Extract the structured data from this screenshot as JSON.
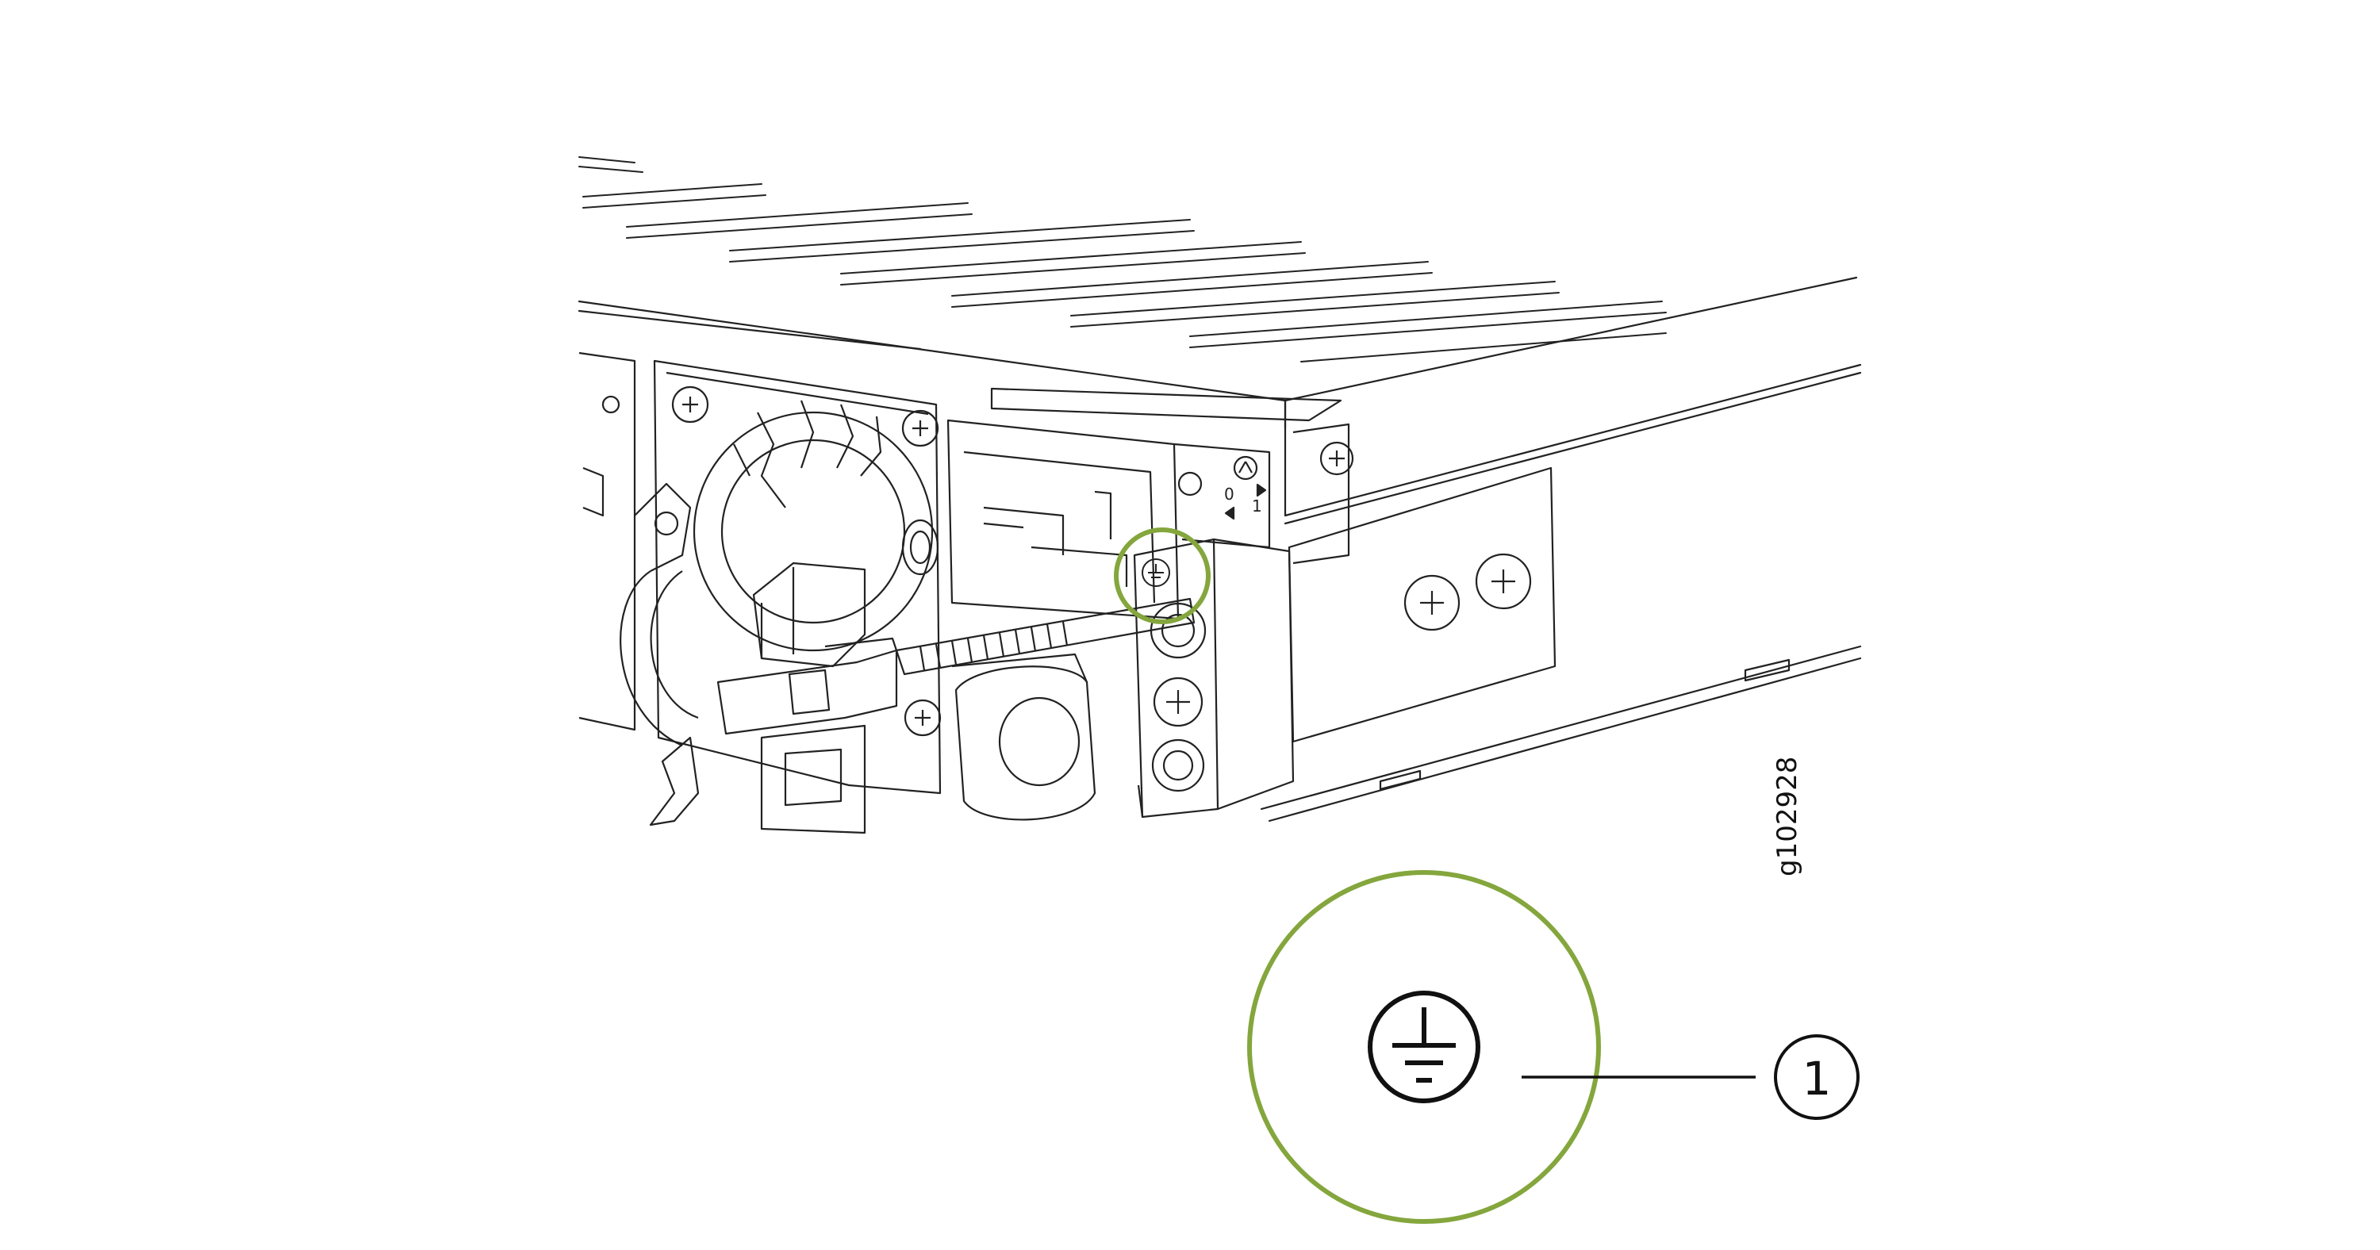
{
  "figure": {
    "id_label": "g102928"
  },
  "callouts": [
    {
      "number": "1",
      "symbol": "protective-earth-ground-icon"
    }
  ],
  "device_labels": {
    "switch_off": "0",
    "switch_on": "1"
  },
  "colors": {
    "highlight_ring": "#84a63d",
    "line_art": "#222222",
    "outline": "#111111",
    "background": "#ffffff"
  }
}
